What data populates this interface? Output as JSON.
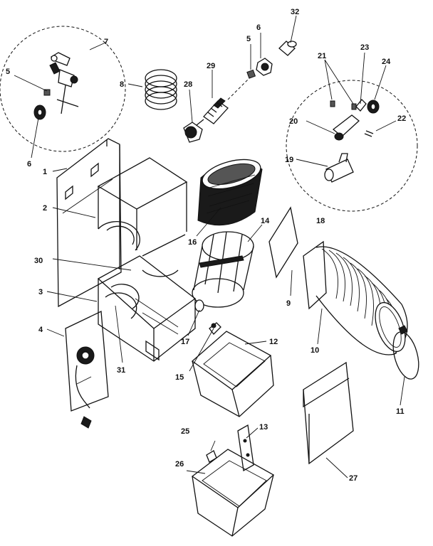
{
  "callouts": [
    {
      "id": "c1",
      "text": "1"
    },
    {
      "id": "c2",
      "text": "2"
    },
    {
      "id": "c3",
      "text": "3"
    },
    {
      "id": "c4",
      "text": "4"
    },
    {
      "id": "c5a",
      "text": "5"
    },
    {
      "id": "c5b",
      "text": "5"
    },
    {
      "id": "c6a",
      "text": "6"
    },
    {
      "id": "c6b",
      "text": "6"
    },
    {
      "id": "c7",
      "text": "7"
    },
    {
      "id": "c8",
      "text": "8"
    },
    {
      "id": "c9",
      "text": "9"
    },
    {
      "id": "c10",
      "text": "10"
    },
    {
      "id": "c11",
      "text": "11"
    },
    {
      "id": "c12",
      "text": "12"
    },
    {
      "id": "c13",
      "text": "13"
    },
    {
      "id": "c14",
      "text": "14"
    },
    {
      "id": "c15",
      "text": "15"
    },
    {
      "id": "c16",
      "text": "16"
    },
    {
      "id": "c17",
      "text": "17"
    },
    {
      "id": "c18",
      "text": "18"
    },
    {
      "id": "c19",
      "text": "19"
    },
    {
      "id": "c20",
      "text": "20"
    },
    {
      "id": "c21",
      "text": "21"
    },
    {
      "id": "c22",
      "text": "22"
    },
    {
      "id": "c23",
      "text": "23"
    },
    {
      "id": "c24",
      "text": "24"
    },
    {
      "id": "c25",
      "text": "25"
    },
    {
      "id": "c26",
      "text": "26"
    },
    {
      "id": "c27",
      "text": "27"
    },
    {
      "id": "c28",
      "text": "28"
    },
    {
      "id": "c29",
      "text": "29"
    },
    {
      "id": "c30",
      "text": "30"
    },
    {
      "id": "c31",
      "text": "31"
    },
    {
      "id": "c32",
      "text": "32"
    }
  ]
}
